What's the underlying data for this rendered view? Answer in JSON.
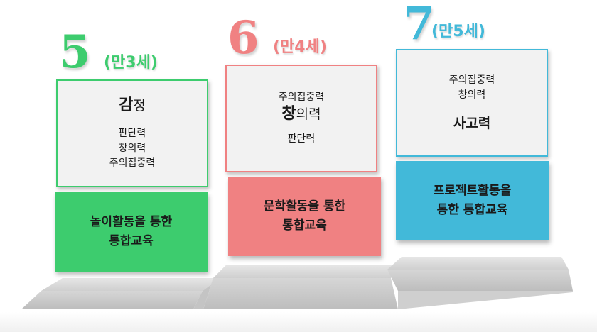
{
  "colors": {
    "green": "#3dcc6e",
    "pink": "#f08182",
    "blue": "#42b9d9",
    "step": "#d4d4d4"
  },
  "stages": [
    {
      "number": "5",
      "age": "(만3세)",
      "skills": {
        "main_lead": "감",
        "main_rest": "정",
        "lines": [
          "판단력",
          "창의력",
          "주의집중력"
        ]
      },
      "program": [
        "놀이활동을 통한",
        "통합교육"
      ]
    },
    {
      "number": "6",
      "age": "(만4세)",
      "skills": {
        "top": "주의집중력",
        "main_lead": "창",
        "main_rest": "의력",
        "bottom": "판단력"
      },
      "program": [
        "문학활동을 통한",
        "통합교육"
      ]
    },
    {
      "number": "7",
      "age": "(만5세)",
      "skills": {
        "lines": [
          "주의집중력",
          "창의력"
        ],
        "main": "사고력"
      },
      "program": [
        "프로젝트활동을",
        "통한 통합교육"
      ]
    }
  ]
}
